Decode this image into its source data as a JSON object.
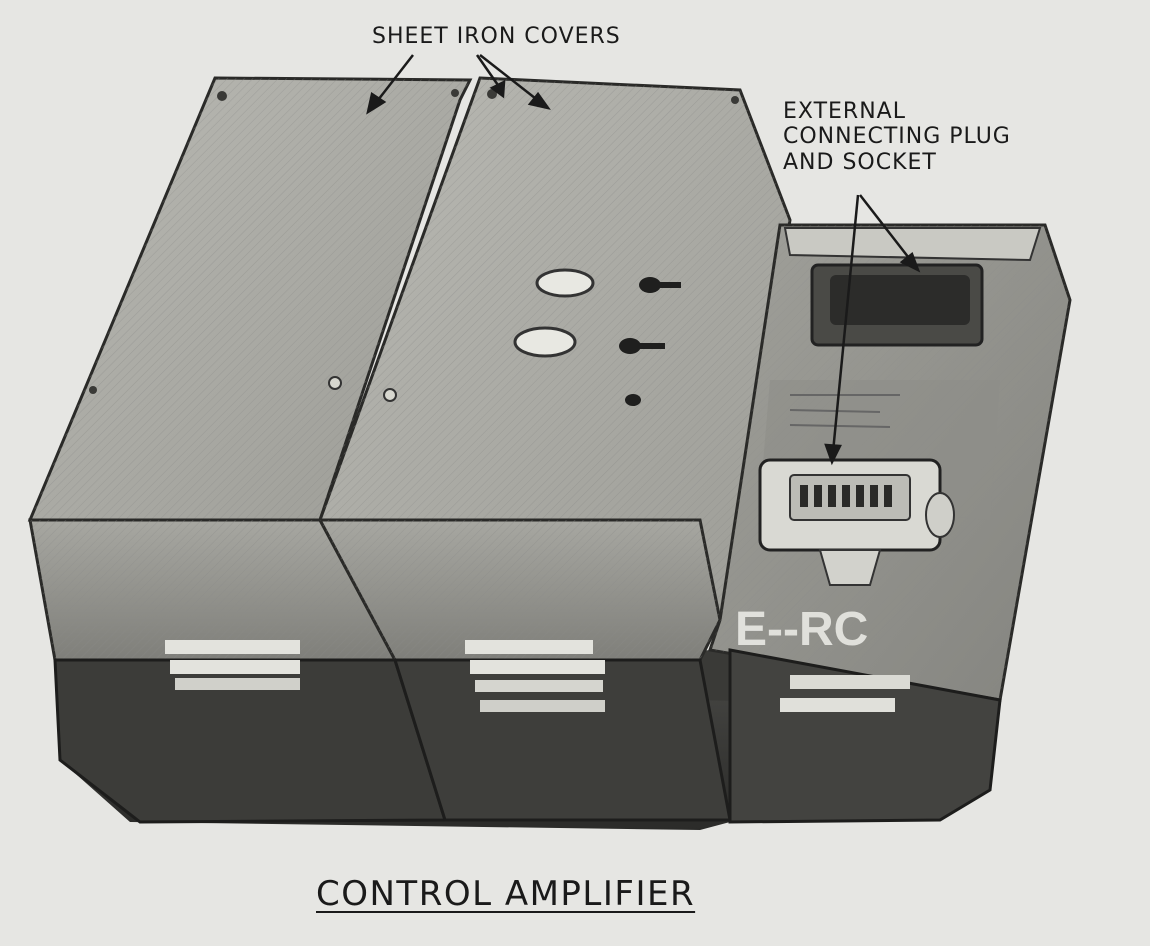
{
  "figure": {
    "caption": "CONTROL AMPLIFIER",
    "labels": {
      "covers": "SHEET IRON COVERS",
      "connector": [
        "EXTERNAL",
        "CONNECTING PLUG",
        "AND SOCKET"
      ]
    },
    "nameplate_text": "E--RC"
  }
}
